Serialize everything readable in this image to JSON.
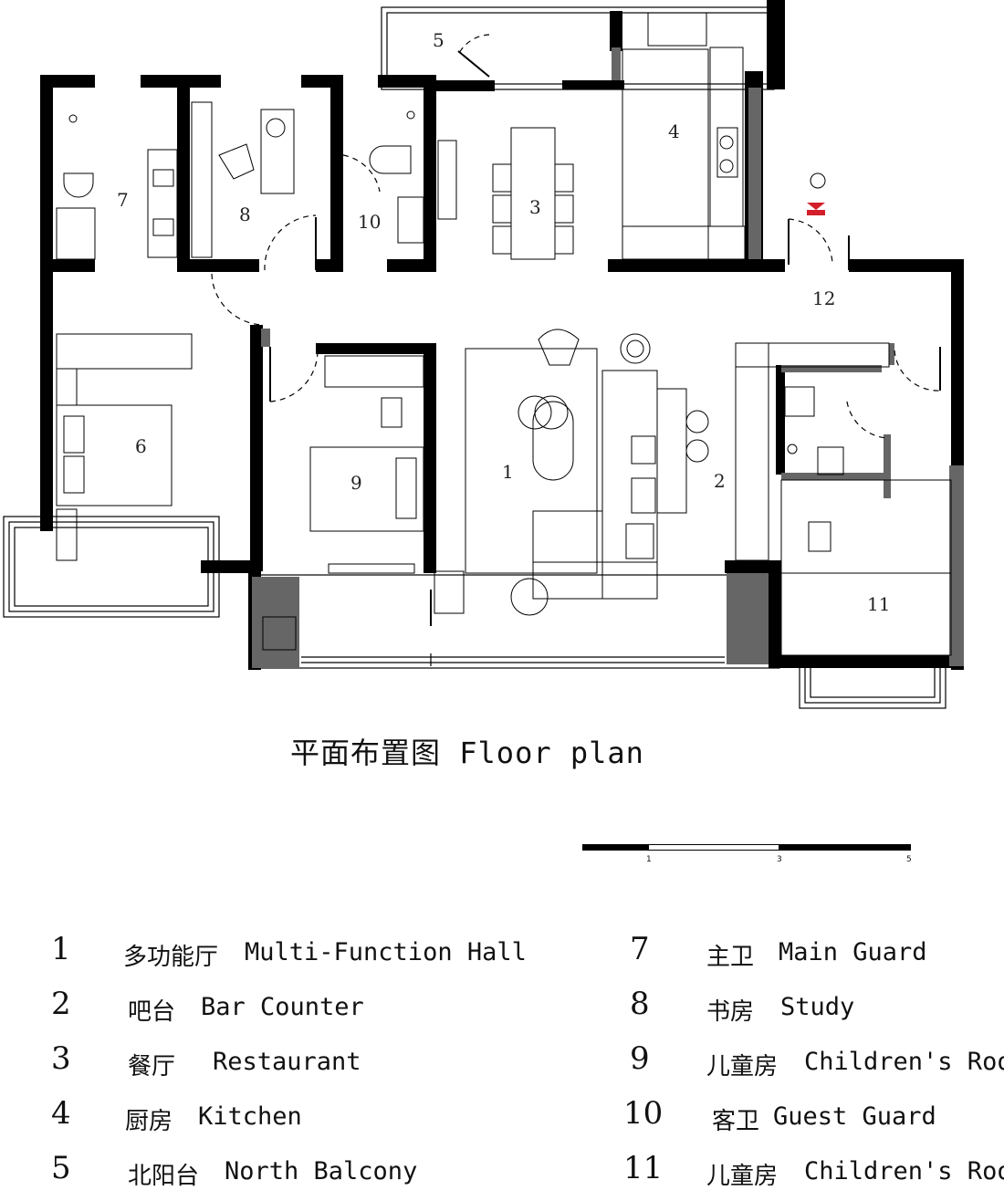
{
  "plan": {
    "room_labels": [
      "5",
      "4",
      "7",
      "8",
      "10",
      "3",
      "12",
      "6",
      "1",
      "2",
      "9",
      "11"
    ],
    "accent_color": "#d21f2a",
    "wall_color": "#000000",
    "partition_color": "#555555"
  },
  "title": "平面布置图  Floor plan",
  "scale_bar": {
    "ticks": [
      "1",
      "3",
      "5"
    ]
  },
  "legend": [
    {
      "num": "1",
      "zh": "多功能厅",
      "en": "Multi-Function Hall"
    },
    {
      "num": "2",
      "zh": "吧台",
      "en": "Bar Counter"
    },
    {
      "num": "3",
      "zh": "餐厅",
      "en": "Restaurant"
    },
    {
      "num": "4",
      "zh": "厨房",
      "en": "Kitchen"
    },
    {
      "num": "5",
      "zh": "北阳台",
      "en": "North Balcony"
    },
    {
      "num": "7",
      "zh": "主卫",
      "en": "Main Guard"
    },
    {
      "num": "8",
      "zh": "书房",
      "en": "Study"
    },
    {
      "num": "9",
      "zh": "儿童房",
      "en": "Children's Room"
    },
    {
      "num": "10",
      "zh": "客卫",
      "en": "Guest Guard"
    },
    {
      "num": "11",
      "zh": "儿童房",
      "en": "Children's Room"
    }
  ]
}
